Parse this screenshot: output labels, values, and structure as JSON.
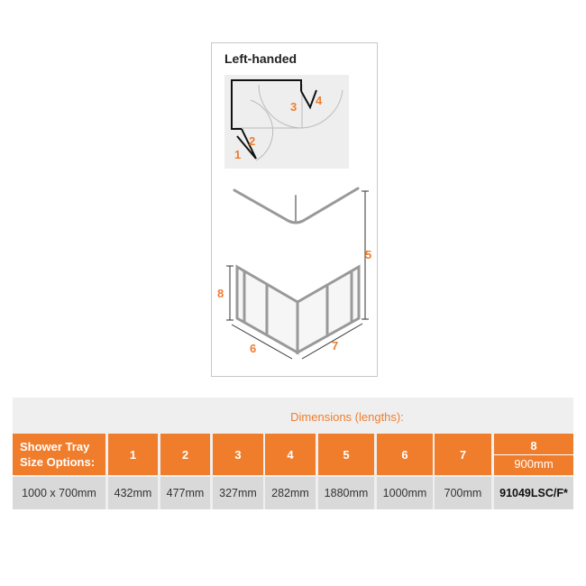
{
  "panel": {
    "title": "Left-handed",
    "door_labels": [
      "1",
      "2",
      "3",
      "4"
    ],
    "dimension_labels": [
      "5",
      "6",
      "7",
      "8"
    ]
  },
  "table": {
    "title": "Dimensions (lengths):",
    "header_first": "Shower Tray Size Options:",
    "headers": [
      "1",
      "2",
      "3",
      "4",
      "5",
      "6",
      "7"
    ],
    "header_8": "8",
    "header_8_sub": "900mm",
    "row": {
      "size": "1000 x 700mm",
      "values": [
        "432mm",
        "477mm",
        "327mm",
        "282mm",
        "1880mm",
        "1000mm",
        "700mm"
      ],
      "code": "91049LSC/F*"
    }
  },
  "colors": {
    "accent": "#f07d2c",
    "row_bg": "#d9d9d9"
  }
}
